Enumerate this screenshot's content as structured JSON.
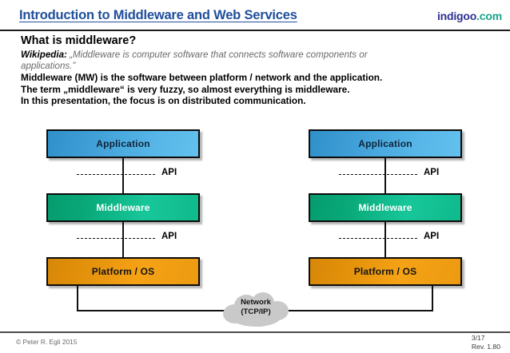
{
  "header": {
    "title": "Introduction to Middleware and Web Services",
    "brand_name": "indigoo",
    "brand_tld": ".com",
    "title_color": "#1f4e9c",
    "brand_name_color": "#2e2f8f",
    "brand_tld_color": "#17a589"
  },
  "content": {
    "heading": "What is middleware?",
    "quote_source": "Wikipedia:",
    "quote_line_1": "„Middleware is computer software that connects software components or",
    "quote_line_2": "applications.”",
    "line_1": "Middleware (MW) is the software between platform / network and the application.",
    "line_2": "The term „middleware“ is very fuzzy, so almost everything is middleware.",
    "line_3": "In this presentation, the focus is on distributed communication."
  },
  "diagram": {
    "stacks": [
      {
        "id": "left",
        "layers": [
          {
            "label": "Application",
            "color": "#3f9ed6"
          },
          {
            "label": "Middleware",
            "color": "#0fba8b"
          },
          {
            "label": "Platform / OS",
            "color": "#ef9c12"
          }
        ],
        "api_labels": [
          "API",
          "API"
        ]
      },
      {
        "id": "right",
        "layers": [
          {
            "label": "Application",
            "color": "#3f9ed6"
          },
          {
            "label": "Middleware",
            "color": "#0fba8b"
          },
          {
            "label": "Platform / OS",
            "color": "#ef9c12"
          }
        ],
        "api_labels": [
          "API",
          "API"
        ]
      }
    ],
    "network": {
      "line_1": "Network",
      "line_2": "(TCP/IP)",
      "color": "#c9c9c9"
    }
  },
  "footer": {
    "copyright": "© Peter R. Egli 2015",
    "page": "3/17",
    "revision": "Rev. 1.80"
  }
}
